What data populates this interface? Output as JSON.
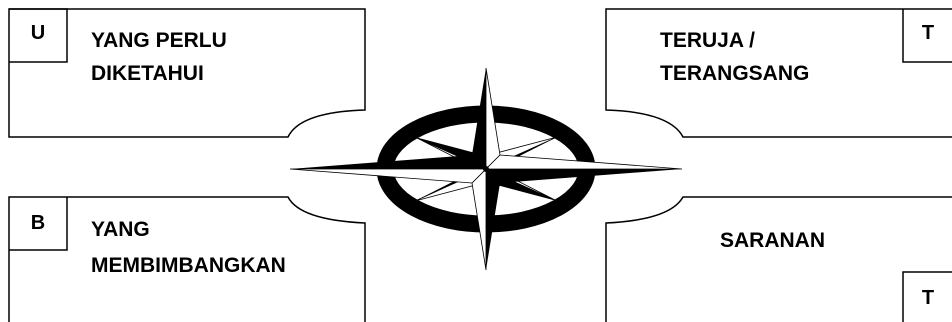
{
  "colors": {
    "line": "#000000",
    "fill": "#ffffff",
    "compass_dark": "#000000",
    "compass_light": "#ffffff"
  },
  "quadrants": {
    "top_left": {
      "tab": "U",
      "line1": "YANG PERLU",
      "line2": "DIKETAHUI"
    },
    "top_right": {
      "tab": "T",
      "line1": "TERUJA /",
      "line2": "TERANGSANG"
    },
    "bottom_left": {
      "tab": "B",
      "line1": "YANG",
      "line2": "MEMBIMBANGKAN"
    },
    "bottom_right": {
      "tab": "T",
      "line1": "SARANAN"
    }
  },
  "center_icon": "compass-rose-icon"
}
